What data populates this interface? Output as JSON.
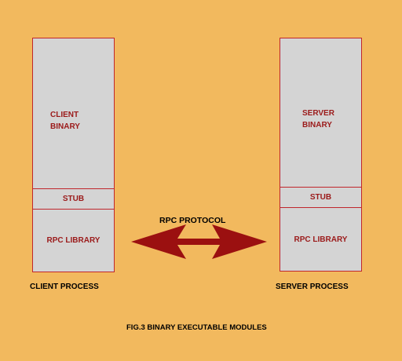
{
  "client": {
    "binary_line1": "CLIENT",
    "binary_line2": "BINARY",
    "stub": "STUB",
    "library": "RPC LIBRARY",
    "process_label": "CLIENT PROCESS"
  },
  "server": {
    "binary_line1": "SERVER",
    "binary_line2": "BINARY",
    "stub": "STUB",
    "library": "RPC LIBRARY",
    "process_label": "SERVER PROCESS"
  },
  "protocol_label": "RPC PROTOCOL",
  "figure_caption": "FIG.3 BINARY EXECUTABLE MODULES",
  "colors": {
    "background": "#f2b95e",
    "box_fill": "#d4d4d4",
    "border": "#c0262c",
    "label_text": "#9b1a1a",
    "arrow": "#9b1010"
  }
}
